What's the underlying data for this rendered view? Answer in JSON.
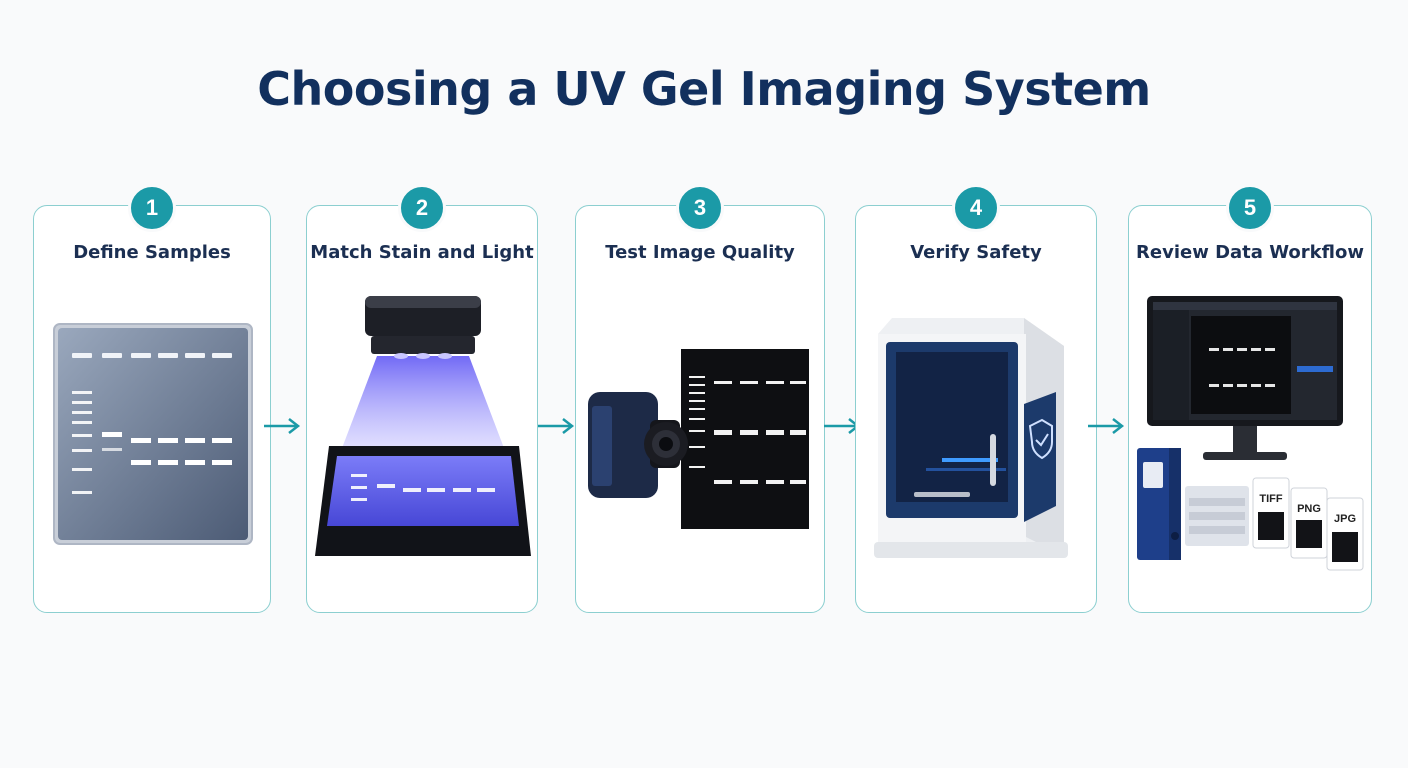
{
  "title": "Choosing a UV Gel Imaging System",
  "steps": [
    {
      "number": "1",
      "label": "Define Samples"
    },
    {
      "number": "2",
      "label": "Match Stain and Light"
    },
    {
      "number": "3",
      "label": "Test Image Quality"
    },
    {
      "number": "4",
      "label": "Verify Safety"
    },
    {
      "number": "5",
      "label": "Review Data Workflow"
    }
  ],
  "file_formats": [
    "TIFF",
    "PNG",
    "JPG"
  ],
  "colors": {
    "title": "#12305e",
    "accent_teal": "#1b9aa7",
    "card_border": "#8ccfd0",
    "uv_blue": "#5b5cf0",
    "navy": "#1c3a6b"
  },
  "icons": [
    "gel-plate-icon",
    "uv-lamp-icon",
    "camera-icon",
    "gel-image-icon",
    "imaging-cabinet-icon",
    "shield-check-icon",
    "monitor-icon",
    "binder-icon",
    "file-format-icon"
  ]
}
